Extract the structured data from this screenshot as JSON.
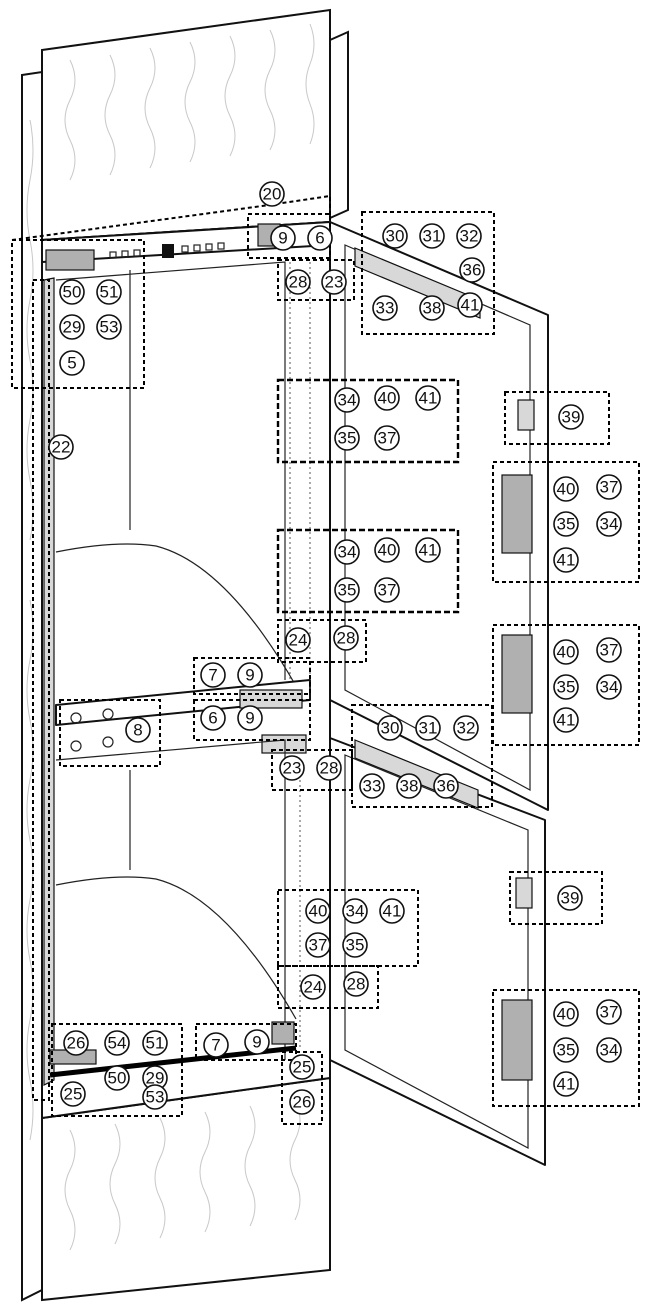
{
  "callouts": {
    "c20": "20",
    "c9a": "9",
    "c6a": "6",
    "c30a": "30",
    "c31a": "31",
    "c32a": "32",
    "c36a": "36",
    "c28a": "28",
    "c23a": "23",
    "c33a": "33",
    "c38a": "38",
    "c41a": "41",
    "c50a": "50",
    "c51a": "51",
    "c29a": "29",
    "c53a": "53",
    "c5": "5",
    "c22": "22",
    "c34a": "34",
    "c40a": "40",
    "c41b": "41",
    "c35a": "35",
    "c37a": "37",
    "c39a": "39",
    "c40b": "40",
    "c37b": "37",
    "c35b": "35",
    "c34b": "34",
    "c41c": "41",
    "c34c": "34",
    "c40c": "40",
    "c41d": "41",
    "c35c": "35",
    "c37c": "37",
    "c24a": "24",
    "c28b": "28",
    "c7a": "7",
    "c9b": "9",
    "c40d": "40",
    "c37d": "37",
    "c35d": "35",
    "c34d": "34",
    "c41e": "41",
    "c8": "8",
    "c6b": "6",
    "c9c": "9",
    "c30b": "30",
    "c31b": "31",
    "c32b": "32",
    "c23b": "23",
    "c28c": "28",
    "c33b": "33",
    "c38b": "38",
    "c36b": "36",
    "c39b": "39",
    "c40e": "40",
    "c34e": "34",
    "c41f": "41",
    "c37e": "37",
    "c35e": "35",
    "c24b": "24",
    "c28d": "28",
    "c26a": "26",
    "c54": "54",
    "c51b": "51",
    "c7b": "7",
    "c9d": "9",
    "c40f": "40",
    "c37f": "37",
    "c35f": "35",
    "c34f": "34",
    "c41g": "41",
    "c50b": "50",
    "c29b": "29",
    "c25a": "25",
    "c53b": "53",
    "c25b": "25",
    "c26b": "26"
  }
}
